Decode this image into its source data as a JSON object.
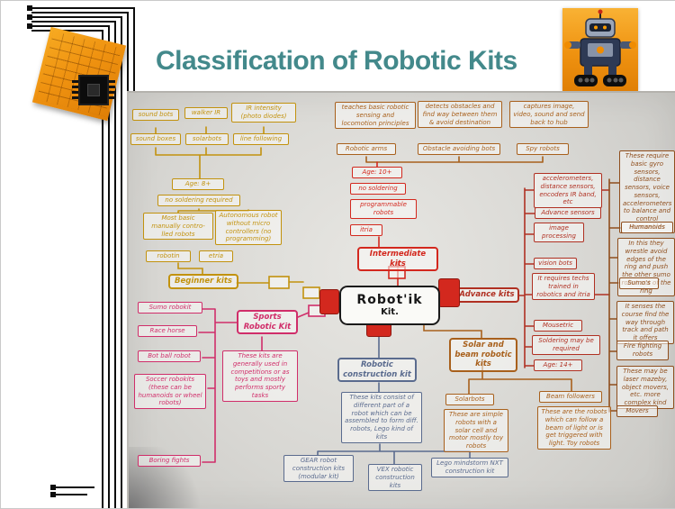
{
  "slide": {
    "title": "Classification of Robotic Kits"
  },
  "palette": {
    "yellow": "#c2920e",
    "red": "#d3281e",
    "darkred": "#b03022",
    "brown": "#a8601c",
    "farbrown": "#8f4e1d",
    "pink": "#d02e6a",
    "blue": "#5a6b8e",
    "ink": "#1d1d1f",
    "title_teal": "#43898b"
  },
  "decor": {
    "robot_mascot": "toy-robot-illustration",
    "circuit_square": "orange-circuit-board-with-black-chip",
    "trace_lines": "black-circuit-traces"
  },
  "mindmap": {
    "center": {
      "line1": "Robot'ik",
      "line2": "Kit."
    },
    "nodes": {
      "t1": {
        "text": "sound bots"
      },
      "t2": {
        "text": "walker IR"
      },
      "t3": {
        "text": "IR intensity (photo diodes)"
      },
      "r1": {
        "text": "sound boxes"
      },
      "r2": {
        "text": "solarbots"
      },
      "r3": {
        "text": "line following"
      },
      "age8": {
        "text": "Age: 8+"
      },
      "nosolder8": {
        "text": "no soldering required"
      },
      "manual": {
        "text": "Most basic manually contro-lled robots"
      },
      "auto": {
        "text": "Autonomous robot without micro controllers (no programming)"
      },
      "robotin": {
        "text": "robotin"
      },
      "etria1": {
        "text": "etria"
      },
      "beginner": {
        "text": "Beginner kits"
      },
      "teach": {
        "text": "teaches basic robotic sensing and locomotion principles"
      },
      "arms": {
        "text": "Robotic arms"
      },
      "detect": {
        "text": "detects obstacles and find way between them & avoid destination"
      },
      "obstacle": {
        "text": "Obstacle avoiding bots"
      },
      "capture": {
        "text": "captures image, video, sound and send back to hub"
      },
      "spy": {
        "text": "Spy robots"
      },
      "age10": {
        "text": "Age: 10+"
      },
      "nosolder10": {
        "text": "no soldering"
      },
      "prog": {
        "text": "programmable robots"
      },
      "itria2": {
        "text": "itria"
      },
      "intermediate": {
        "text": "Intermediate kits"
      },
      "advance": {
        "text": "Advance kits"
      },
      "accel": {
        "text": "accelerometers, distance sensors, encoders IR band, etc"
      },
      "advs": {
        "text": "Advance sensors"
      },
      "imgp": {
        "text": "image processing"
      },
      "vision": {
        "text": "vision bots"
      },
      "techs": {
        "text": "It requires techs trained in robotics and itria"
      },
      "mouse": {
        "text": "Mousetric"
      },
      "solder14": {
        "text": "Soldering may be required"
      },
      "age14": {
        "text": "Age: 14+"
      },
      "gyro": {
        "text": "These require basic gyro sensors, distance sensors, voice sensors, accelerometers to balance and control themselves"
      },
      "humanoids": {
        "text": "Humanoids"
      },
      "wrestle": {
        "text": "In this they wrestle avoid edges of the ring and push the other sumo robot out of the ring"
      },
      "sumos": {
        "text": "Sumo's"
      },
      "course": {
        "text": "It senses the course find the way through track and path it offers"
      },
      "fire": {
        "text": "Fire fighting robots"
      },
      "complexdesc": {
        "text": "These may be laser mazeby, object movers, etc. more complex kind"
      },
      "movers": {
        "text": "Movers"
      },
      "sports": {
        "text": "Sports Robotic Kit"
      },
      "sumokit": {
        "text": "Sumo robokit"
      },
      "race": {
        "text": "Race horse"
      },
      "botball": {
        "text": "Bot ball robot"
      },
      "soccer": {
        "text": "Soccer robokits (these can be humanoids or wheel robots)"
      },
      "boring": {
        "text": "Boring fights"
      },
      "sportsdesc": {
        "text": "These kits are generally used in competitions or as toys and mostly performs sporty tasks"
      },
      "construction": {
        "text": "Robotic construction kit"
      },
      "constdesc": {
        "text": "These kits consist of different part of a robot which can be assembled to form diff. robots, Lego kind of kits"
      },
      "gear": {
        "text": "GEAR robot construction kits (modular kit)"
      },
      "vex": {
        "text": "VEX robotic construction kits"
      },
      "lego": {
        "text": "Lego mindstorm NXT construction kit"
      },
      "solar": {
        "text": "Solar and beam robotic kits"
      },
      "solarbots": {
        "text": "Solarbots"
      },
      "solardesc": {
        "text": "These are simple robots with a solar cell and motor mostly toy robots"
      },
      "beam": {
        "text": "Beam followers"
      },
      "beamdesc": {
        "text": "These are the robots which can follow a beam of light or is get triggered with light. Toy robots"
      }
    }
  }
}
